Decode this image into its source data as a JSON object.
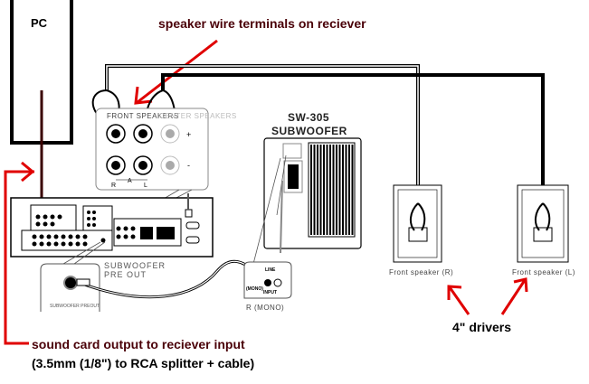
{
  "pc": {
    "label": "PC"
  },
  "annotations": {
    "terminals": "speaker wire terminals on reciever",
    "soundcard_line1": "sound card output to reciever input",
    "soundcard_line2": "(3.5mm (1/8\") to RCA splitter + cable)",
    "drivers": "4\" drivers"
  },
  "terminal_panel": {
    "front": "FRONT SPEAKERS",
    "center": "CENTER SPEAKERS",
    "plus": "+",
    "minus": "-",
    "r": "R",
    "a": "A",
    "l": "L"
  },
  "receiver": {
    "sub_pre_out": "SUBWOOFER",
    "sub_pre_out2": "PRE OUT",
    "callout_label": "SUBWOOFER PREOUT"
  },
  "subwoofer": {
    "model": "SW-305",
    "name": "SUBWOOFER",
    "input_line": "LINE",
    "input_mono": "(MONO)",
    "input_label": "INPUT",
    "channel": "R (MONO)"
  },
  "speakers": [
    {
      "label": "Front speaker (R)"
    },
    {
      "label": "Front speaker (L)"
    }
  ],
  "colors": {
    "annotation": "#4a0008",
    "arrow": "#e00000",
    "pc_wire": "#3a0000"
  }
}
